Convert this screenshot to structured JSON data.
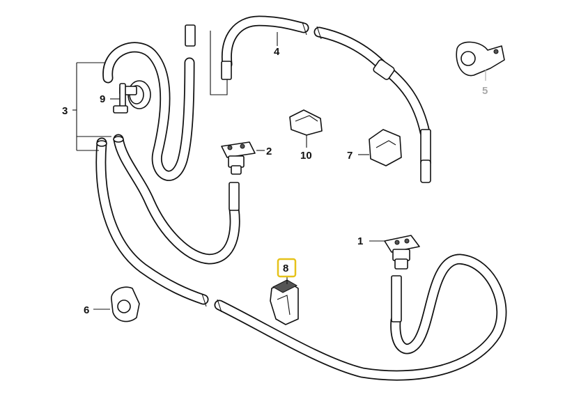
{
  "diagram": {
    "background": "#ffffff",
    "line_color": "#111111",
    "highlight_color": "#e6c21a",
    "faded_color": "#a9a9a9",
    "callouts": {
      "c1": "1",
      "c2": "2",
      "c3": "3",
      "c4": "4",
      "c5": "5",
      "c6": "6",
      "c7": "7",
      "c8": "8",
      "c9": "9",
      "c10": "10"
    },
    "highlighted_callout": "8",
    "faded_callout": "5"
  }
}
